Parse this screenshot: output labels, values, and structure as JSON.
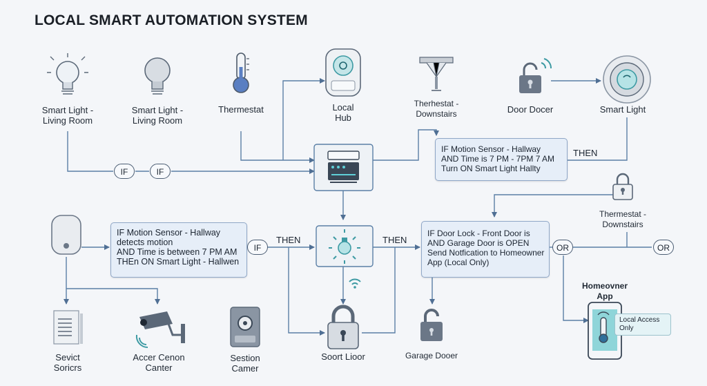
{
  "title": "LOCAL SMART AUTOMATION SYSTEM",
  "devices": {
    "light1": {
      "line1": "Smart Light -",
      "line2": "Living Room"
    },
    "light2": {
      "line1": "Smart Light -",
      "line2": "Living Room"
    },
    "thermostat": "Thermestat",
    "hub": {
      "line1": "Local",
      "line2": "Hub"
    },
    "thermostat_down": {
      "line1": "Therhestat -",
      "line2": "Downstairs"
    },
    "door": "Door Docer",
    "smart_light": "Smart Light",
    "thermostat_down2": {
      "line1": "Thermestat -",
      "line2": "Downstairs"
    },
    "sensors": {
      "line1": "Sevict",
      "line2": "Soricrs"
    },
    "camera1": {
      "line1": "Accer Cenon",
      "line2": "Canter"
    },
    "camera2": {
      "line1": "Sestion",
      "line2": "Camer"
    },
    "smart_lock": "Soort Lioor",
    "garage_door": "Garage Dooer",
    "app": {
      "line1": "Homeovner",
      "line2": "App"
    },
    "app_callout": {
      "line1": "Local Access",
      "line2": "Only"
    }
  },
  "rules": {
    "rule1": [
      "IF Motion Sensor - Hallway",
      "AND Time is 7 PM - 7PM 7 AM",
      "Turn ON Smart Light Hallty"
    ],
    "rule2": [
      "IF Motion Sensor - Hallway",
      "detects motion",
      "AND Time is between 7 PM AM",
      "THEn ON Smart Light - Hallwen"
    ],
    "rule3": [
      "IF Door Lock - Front Door is",
      "AND Garage Door is OPEN",
      "Send Notfication to Homeowner",
      "App (Local Only)"
    ]
  },
  "connectors": {
    "if1": "IF",
    "if2": "IF",
    "if3": "IF",
    "then1": "THEN",
    "then2": "THEN",
    "then3": "THEN",
    "or1": "OR",
    "or2": "OR"
  },
  "colors": {
    "accent": "#4aa8b0",
    "line": "#5a7fa6",
    "box_fill": "#e6eef8"
  }
}
